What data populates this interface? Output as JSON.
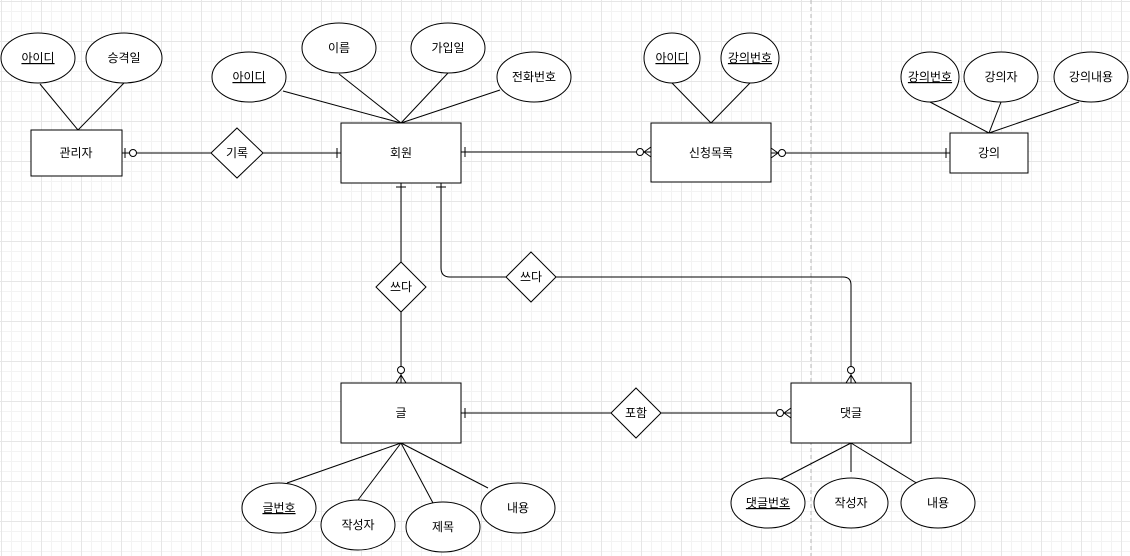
{
  "entities": {
    "admin": "관리자",
    "member": "회원",
    "enrollment": "신청목록",
    "lecture": "강의",
    "post": "글",
    "comment": "댓글"
  },
  "relationships": {
    "record": "기록",
    "write_post": "쓰다",
    "write_comment": "쓰다",
    "include": "포함"
  },
  "attributes": {
    "admin_id": "아이디",
    "admin_approved_date": "승격일",
    "member_id": "아이디",
    "member_name": "이름",
    "member_join_date": "가입일",
    "member_phone": "전화번호",
    "enroll_id": "아이디",
    "enroll_lecture_no": "강의번호",
    "lecture_no": "강의번호",
    "lecture_instructor": "강의자",
    "lecture_content": "강의내용",
    "post_no": "글번호",
    "post_author": "작성자",
    "post_title": "제목",
    "post_content": "내용",
    "comment_no": "댓글번호",
    "comment_author": "작성자",
    "comment_content": "내용"
  }
}
